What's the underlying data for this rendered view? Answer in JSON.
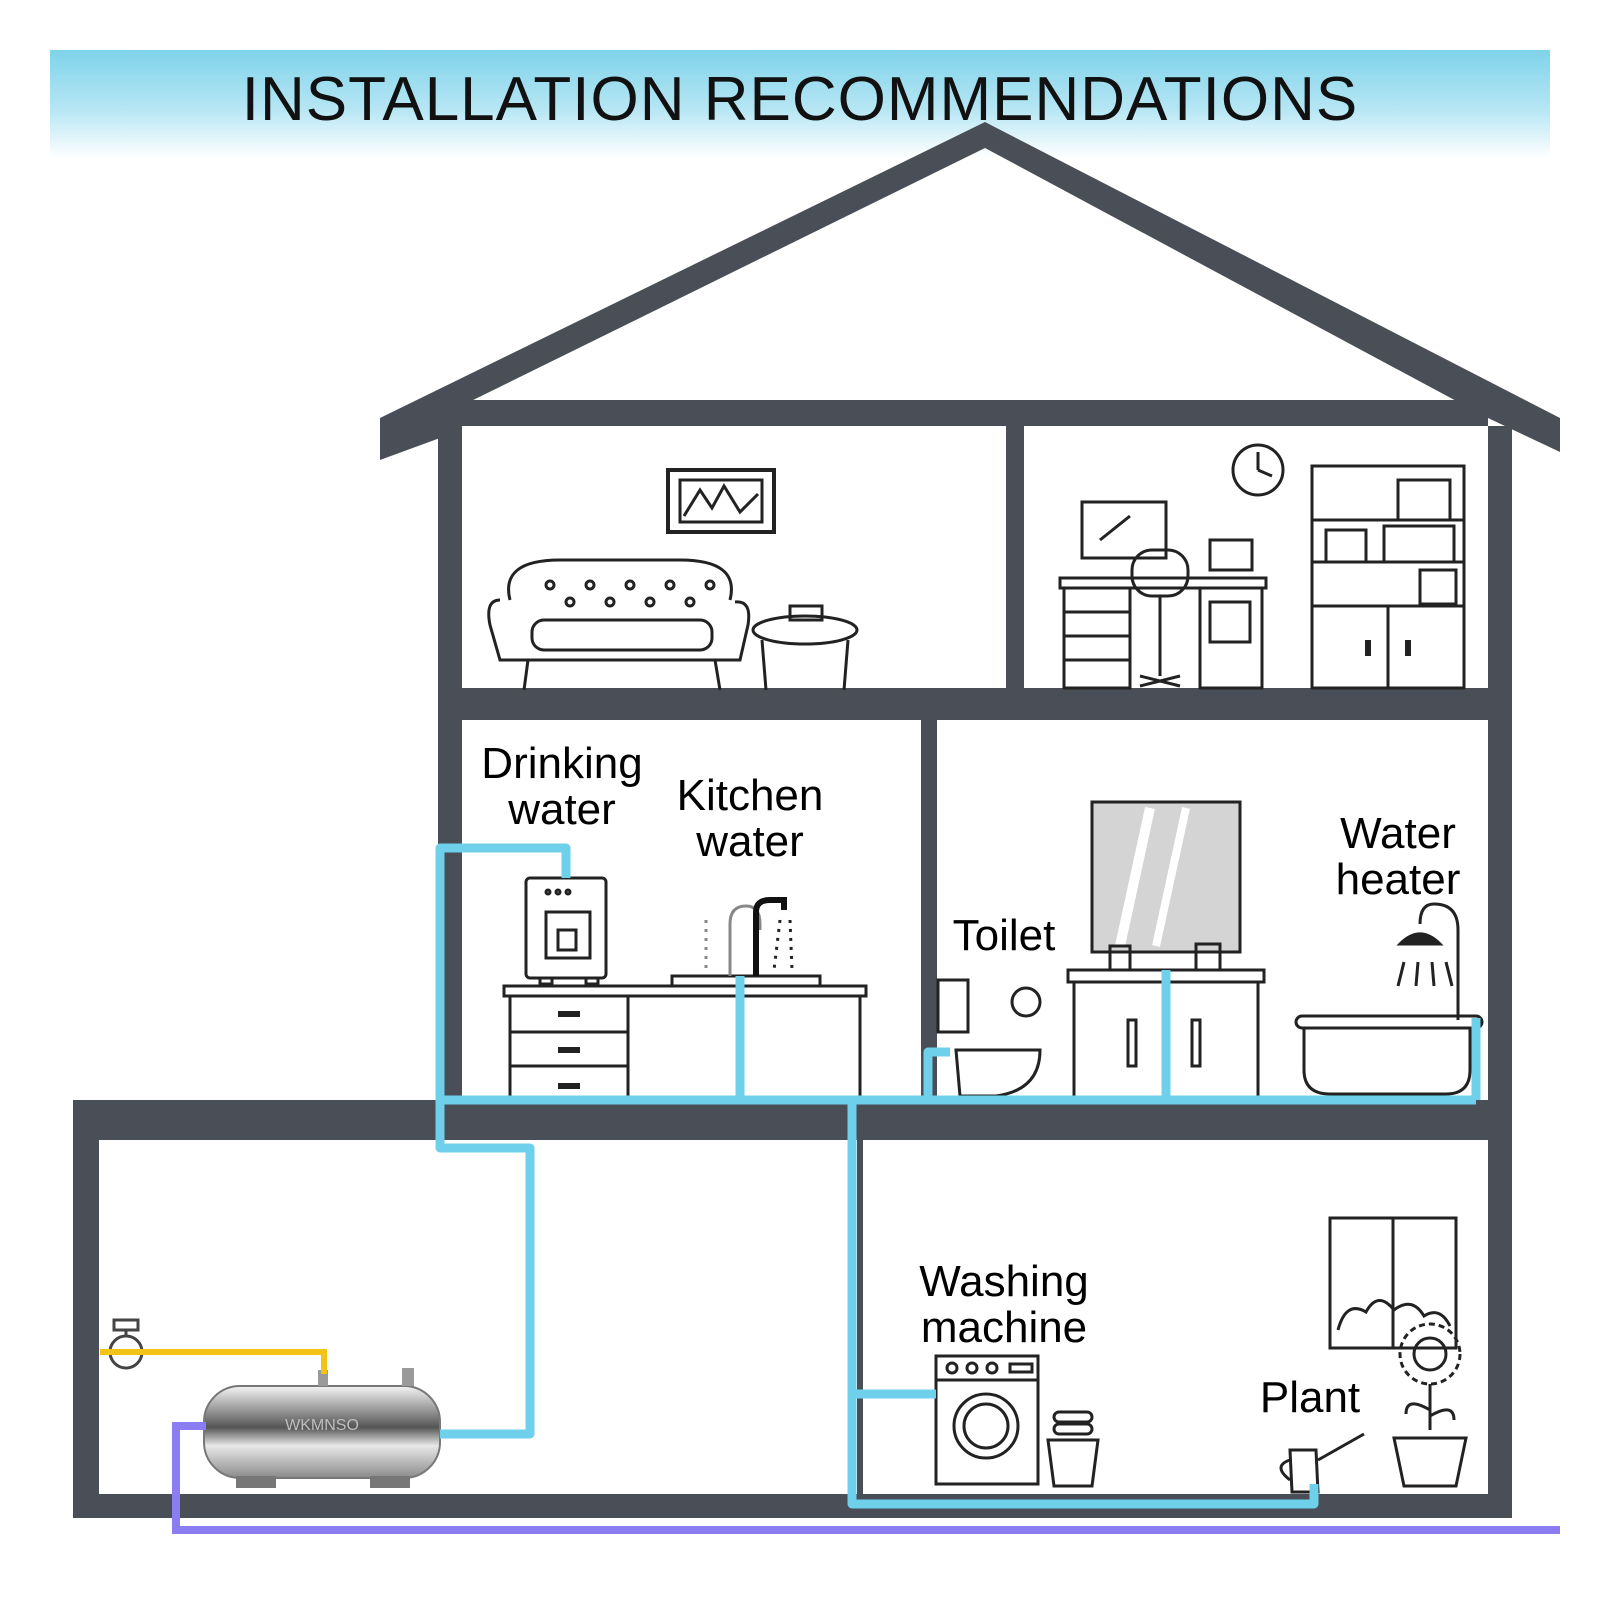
{
  "title": "INSTALLATION RECOMMENDATIONS",
  "labels": {
    "drinking_line1": "Drinking",
    "drinking_line2": "water",
    "kitchen_line1": "Kitchen",
    "kitchen_line2": "water",
    "toilet": "Toilet",
    "heater_line1": "Water",
    "heater_line2": "heater",
    "washing_line1": "Washing",
    "washing_line2": "machine",
    "plant": "Plant"
  },
  "brand_text": "WKMNSO",
  "colors": {
    "wall": "#4a4e56",
    "filtered_pipe": "#6fd0ec",
    "inlet_pipe": "#f2c417",
    "drain_pipe": "#8b7cf2",
    "banner": "#7fd3ea"
  },
  "icons": [
    "inlet-valve-icon",
    "filter-tank-icon",
    "water-dispenser-icon",
    "kitchen-faucet-icon",
    "toilet-icon",
    "sink-vanity-icon",
    "bathtub-icon",
    "shower-icon",
    "washing-machine-icon",
    "plant-pot-icon",
    "watering-can-icon",
    "sofa-icon",
    "desk-icon",
    "bookshelf-icon",
    "clock-icon",
    "picture-frame-icon"
  ]
}
